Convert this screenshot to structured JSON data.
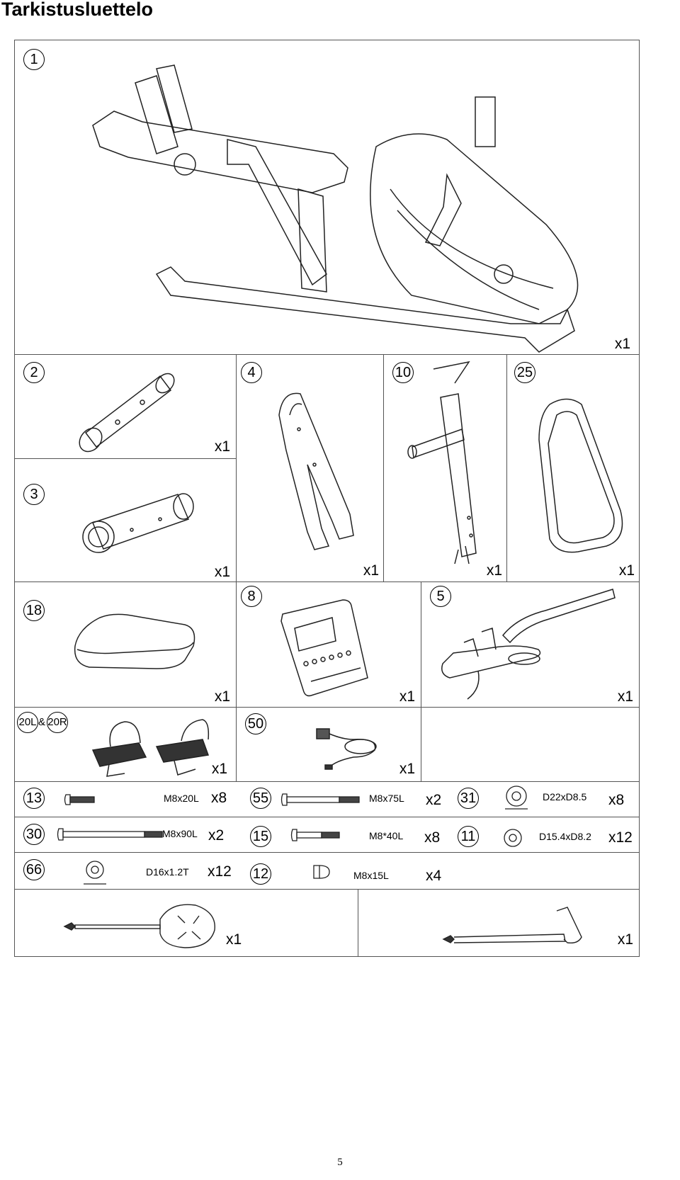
{
  "title": "Tarkistusluettelo",
  "page_number": "5",
  "parts": {
    "p1": {
      "num": "1",
      "qty": "x1"
    },
    "p2": {
      "num": "2",
      "qty": "x1"
    },
    "p3": {
      "num": "3",
      "qty": "x1"
    },
    "p4": {
      "num": "4",
      "qty": "x1"
    },
    "p10": {
      "num": "10",
      "qty": "x1"
    },
    "p25": {
      "num": "25",
      "qty": "x1"
    },
    "p18": {
      "num": "18",
      "qty": "x1"
    },
    "p8": {
      "num": "8",
      "qty": "x1"
    },
    "p5": {
      "num": "5",
      "qty": "x1"
    },
    "p20": {
      "num_a": "20L",
      "sep": "&",
      "num_b": "20R",
      "qty": "x1"
    },
    "p50": {
      "num": "50",
      "qty": "x1"
    }
  },
  "hardware": [
    {
      "num": "13",
      "spec": "M8x20L",
      "qty": "x8"
    },
    {
      "num": "55",
      "spec": "M8x75L",
      "qty": "x2"
    },
    {
      "num": "31",
      "spec": "D22xD8.5",
      "qty": "x8"
    },
    {
      "num": "30",
      "spec": "M8x90L",
      "qty": "x2"
    },
    {
      "num": "15",
      "spec": "M8*40L",
      "qty": "x8"
    },
    {
      "num": "11",
      "spec": "D15.4xD8.2",
      "qty": "x12"
    },
    {
      "num": "66",
      "spec": "D16x1.2T",
      "qty": "x12"
    },
    {
      "num": "12",
      "spec": "M8x15L",
      "qty": "x4"
    }
  ],
  "tools": [
    {
      "qty": "x1"
    },
    {
      "qty": "x1"
    }
  ]
}
